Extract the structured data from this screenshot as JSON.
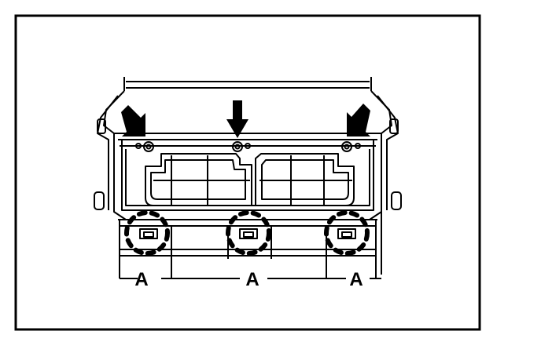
{
  "diagram": {
    "callouts": [
      {
        "id": "a-left",
        "text": "A"
      },
      {
        "id": "a-center",
        "text": "A"
      },
      {
        "id": "a-right",
        "text": "A"
      }
    ],
    "arrows": [
      {
        "id": "arrow-left",
        "points_to": "left-mounting-screw"
      },
      {
        "id": "arrow-center",
        "points_to": "center-mounting-screw"
      },
      {
        "id": "arrow-right",
        "points_to": "right-mounting-screw"
      }
    ],
    "colors": {
      "ink": "#000000",
      "paper": "#ffffff"
    }
  }
}
